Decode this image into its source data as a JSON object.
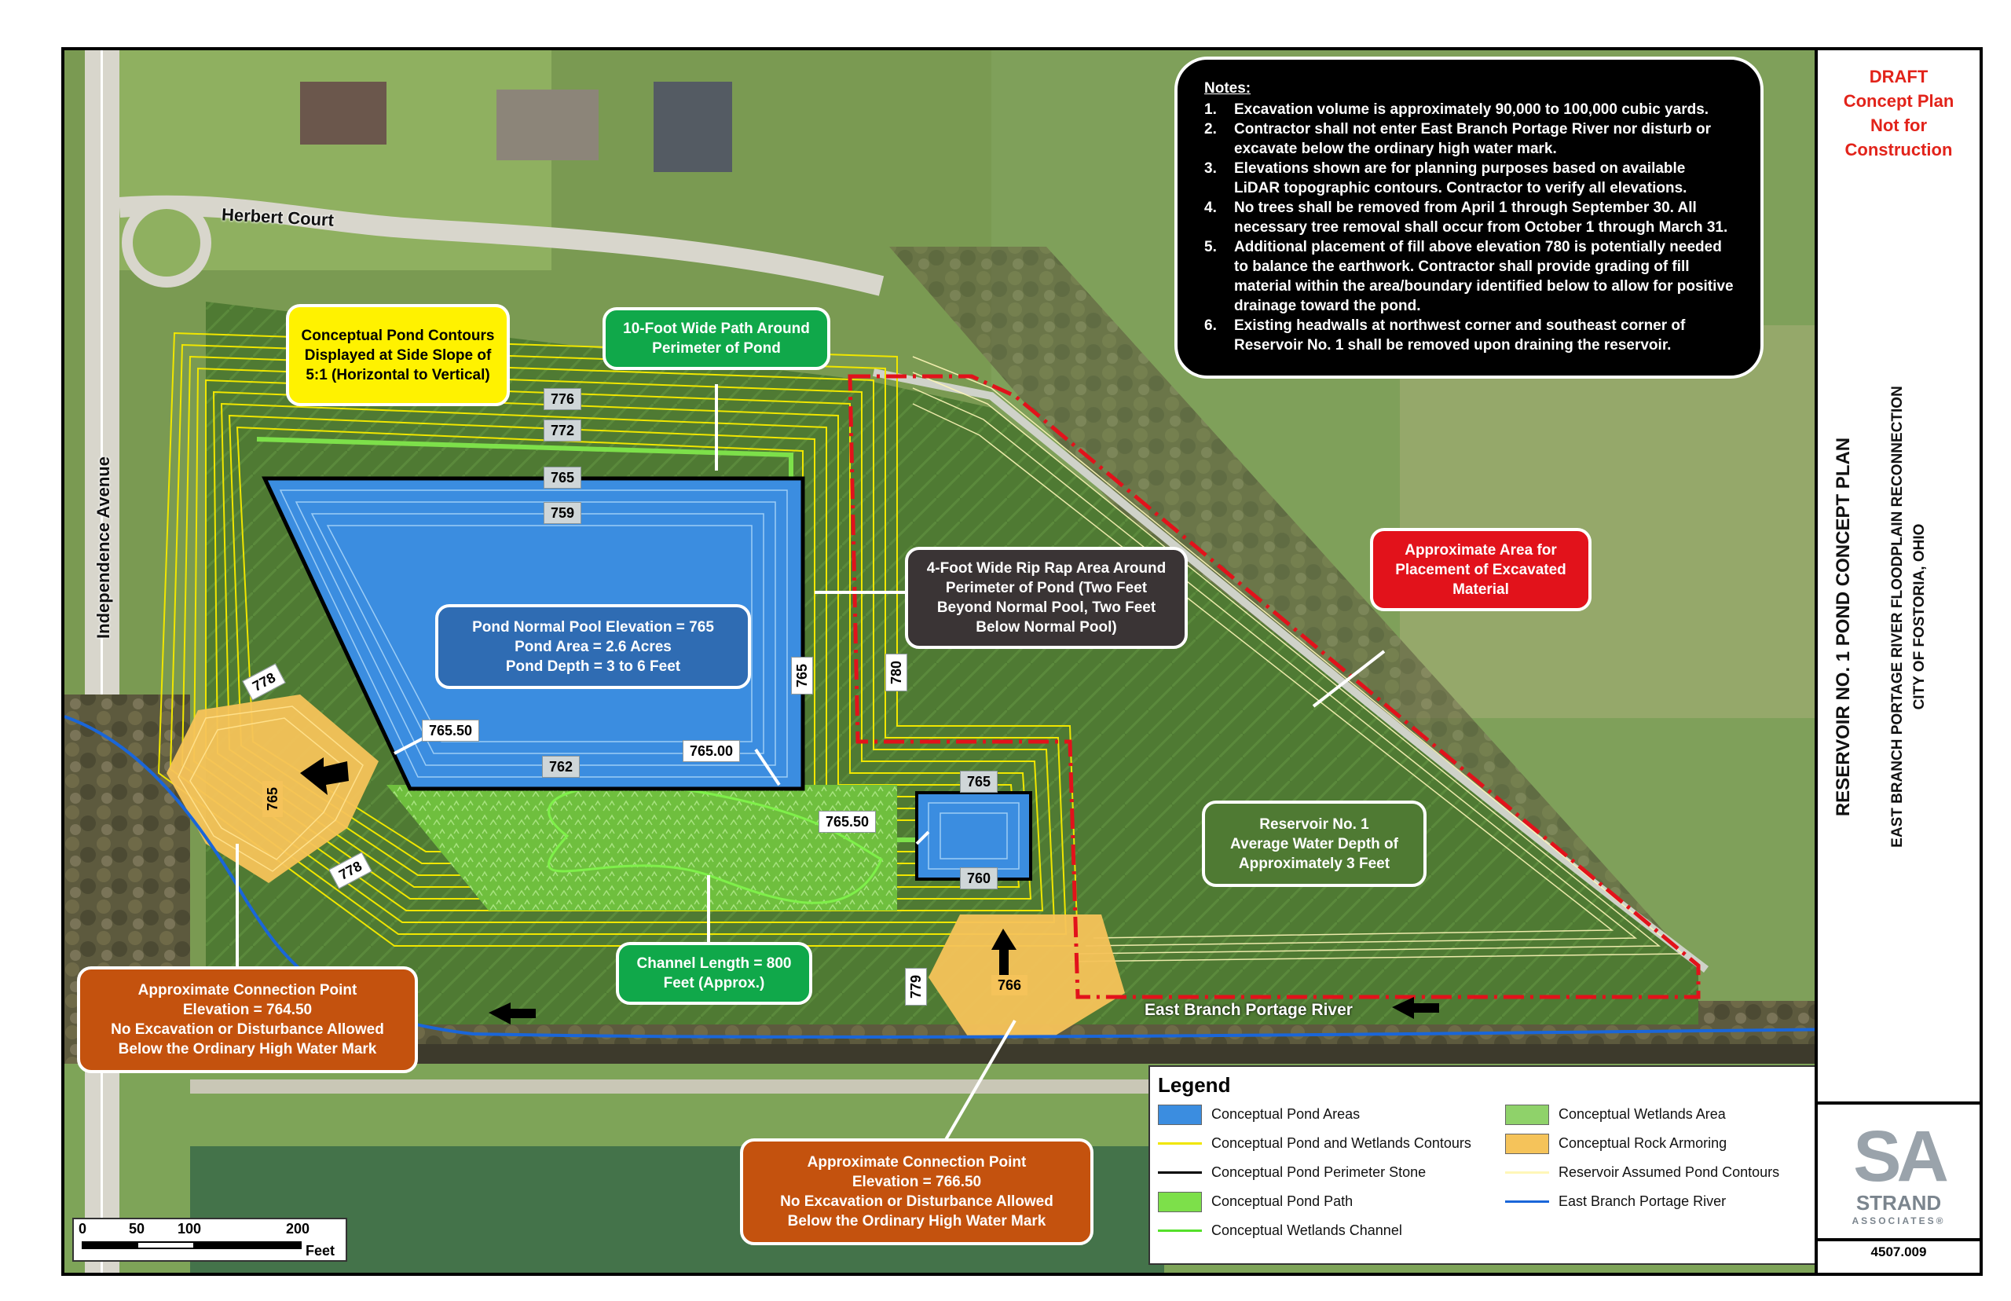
{
  "title_block": {
    "draft_lines": [
      "DRAFT",
      "Concept Plan",
      "Not for",
      "Construction"
    ],
    "sheet_title": "RESERVOIR NO. 1 POND CONCEPT PLAN",
    "project_line1": "EAST BRANCH PORTAGE RIVER FLOODPLAIN RECONNECTION",
    "project_line2": "CITY OF FOSTORIA, OHIO",
    "logo_letters": "SA",
    "logo_name": "STRAND",
    "logo_sub": "ASSOCIATES®",
    "project_number": "4507.009"
  },
  "notes": {
    "heading": "Notes:",
    "items": [
      {
        "n": "1.",
        "text": "Excavation volume is approximately 90,000 to 100,000 cubic yards."
      },
      {
        "n": "2.",
        "text": "Contractor shall not enter East Branch Portage River nor disturb or excavate below the ordinary high water mark."
      },
      {
        "n": "3.",
        "text": "Elevations shown are for planning purposes based on available LiDAR topographic contours. Contractor to verify all elevations."
      },
      {
        "n": "4.",
        "text": "No trees shall be removed from April 1 through September 30. All necessary tree removal shall occur from October 1 through March 31."
      },
      {
        "n": "5.",
        "text": "Additional placement of fill above elevation 780 is potentially needed to balance the earthwork. Contractor shall provide grading of fill material within the area/boundary identified below to allow for positive drainage toward the pond."
      },
      {
        "n": "6.",
        "text": "Existing headwalls at northwest corner and southeast corner of Reservoir No. 1 shall be removed upon draining the reservoir."
      }
    ]
  },
  "callouts": {
    "side_slope": "Conceptual Pond Contours Displayed at Side Slope of 5:1 (Horizontal to Vertical)",
    "path": "10-Foot Wide Path Around Perimeter of Pond",
    "pond_info_1": "Pond Normal Pool Elevation = 765",
    "pond_info_2": "Pond Area = 2.6 Acres",
    "pond_info_3": "Pond Depth = 3 to 6 Feet",
    "rip_rap": "4-Foot Wide Rip Rap Area Around Perimeter of Pond (Two Feet Beyond Normal Pool, Two Feet Below Normal Pool)",
    "fill_area": "Approximate Area for Placement of Excavated Material",
    "reservoir_1": "Reservoir No. 1",
    "reservoir_2": "Average Water Depth of",
    "reservoir_3": "Approximately 3 Feet",
    "channel": "Channel Length = 800 Feet (Approx.)",
    "conn_west_1": "Approximate Connection Point",
    "conn_west_2": "Elevation = 764.50",
    "conn_west_3": "No Excavation or Disturbance Allowed",
    "conn_west_4": "Below the Ordinary High Water Mark",
    "conn_east_1": "Approximate Connection Point",
    "conn_east_2": "Elevation = 766.50",
    "conn_east_3": "No Excavation or Disturbance Allowed",
    "conn_east_4": "Below the Ordinary High Water Mark"
  },
  "contour_labels": {
    "c776": "776",
    "c772": "772",
    "c765_top": "765",
    "c759": "759",
    "c765_right": "765",
    "c780": "780",
    "c778_top": "778",
    "c778_bot": "778",
    "c765_50_w": "765.50",
    "c765_w": "765",
    "c762": "762",
    "c765_00": "765.00",
    "c765_50_e": "765.50",
    "c765_small": "765",
    "c760": "760",
    "c779": "779",
    "c766": "766"
  },
  "map_labels": {
    "herbert_court": "Herbert Court",
    "independence_ave": "Independence Avenue",
    "river": "East Branch Portage River"
  },
  "legend": {
    "heading": "Legend",
    "items": [
      {
        "label": "Conceptual Pond Areas",
        "kind": "fill",
        "color": "#3b8de0"
      },
      {
        "label": "Conceptual Wetlands Area",
        "kind": "fill",
        "color": "#8fd26a"
      },
      {
        "label": "Conceptual Pond and Wetlands Contours",
        "kind": "line",
        "color": "#f0e600"
      },
      {
        "label": "Conceptual Rock Armoring",
        "kind": "fill",
        "color": "#f5c35a"
      },
      {
        "label": "Conceptual Pond Perimeter Stone",
        "kind": "line",
        "color": "#000000"
      },
      {
        "label": "Reservoir Assumed Pond Contours",
        "kind": "line",
        "color": "#fff7b8"
      },
      {
        "label": "Conceptual Pond Path",
        "kind": "fill",
        "color": "#7de04a"
      },
      {
        "label": "East Branch Portage River",
        "kind": "line",
        "color": "#1a66d9"
      },
      {
        "label": "Conceptual Wetlands Channel",
        "kind": "line",
        "color": "#55e02a"
      }
    ]
  },
  "scale": {
    "ticks": [
      "0",
      "50",
      "100",
      "200"
    ],
    "unit": "Feet"
  },
  "colors": {
    "draft_red": "#e2231a",
    "pond_blue": "#3b8de0",
    "river_blue": "#1a66d9",
    "fill_boundary_red": "#e2121b"
  }
}
